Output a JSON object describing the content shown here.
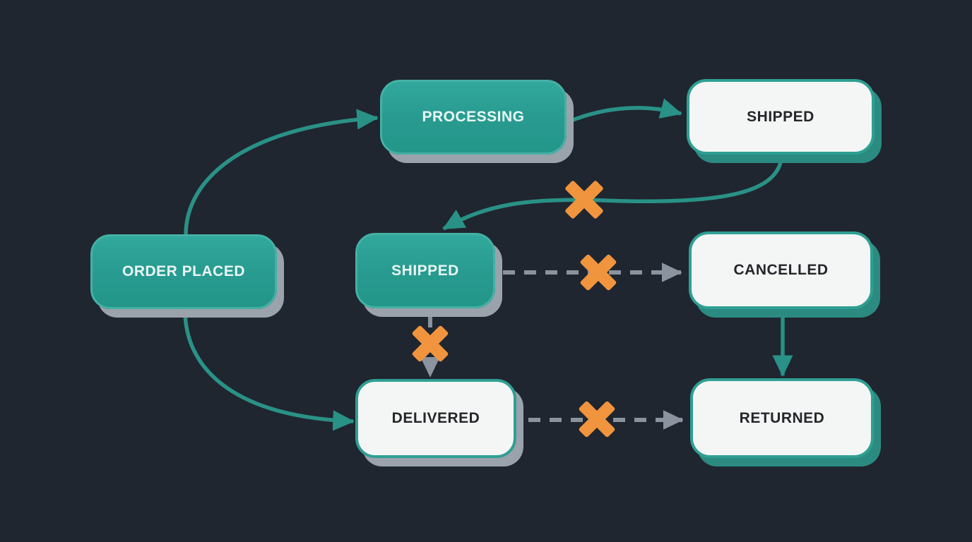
{
  "diagram": {
    "type": "flowchart",
    "subject": "order status state diagram",
    "background_color": "#20262f",
    "colors": {
      "teal_node_fill": "#28998e",
      "teal_node_border": "#45b0a4",
      "teal_arrow": "#2a9187",
      "white_node_fill": "#f4f6f5",
      "white_node_border": "#2f9f93",
      "gray_shadow": "#9aa2ac",
      "teal_shadow": "#2b8b80",
      "gray_dashed_arrow": "#8b939e",
      "blocked_x": "#f0953d",
      "light_text": "#e9f7f4",
      "dark_text": "#24262a"
    },
    "nodes": [
      {
        "id": "order-placed",
        "label": "ORDER PLACED",
        "variant": "teal"
      },
      {
        "id": "processing",
        "label": "PROCESSING",
        "variant": "teal"
      },
      {
        "id": "shipped-top",
        "label": "SHIPPED",
        "variant": "white"
      },
      {
        "id": "shipped-mid",
        "label": "SHIPPED",
        "variant": "teal"
      },
      {
        "id": "cancelled",
        "label": "CANCELLED",
        "variant": "white"
      },
      {
        "id": "delivered",
        "label": "DELIVERED",
        "variant": "white"
      },
      {
        "id": "returned",
        "label": "RETURNED",
        "variant": "white"
      }
    ],
    "edges": [
      {
        "from": "order-placed",
        "to": "processing",
        "style": "solid",
        "color": "teal",
        "blocked": false
      },
      {
        "from": "processing",
        "to": "shipped-top",
        "style": "solid",
        "color": "teal",
        "blocked": false
      },
      {
        "from": "shipped-top",
        "to": "shipped-mid",
        "style": "solid",
        "color": "teal",
        "blocked": true
      },
      {
        "from": "shipped-mid",
        "to": "cancelled",
        "style": "dashed",
        "color": "gray",
        "blocked": true
      },
      {
        "from": "shipped-mid",
        "to": "delivered",
        "style": "dashed",
        "color": "gray",
        "blocked": true
      },
      {
        "from": "order-placed",
        "to": "delivered",
        "style": "solid",
        "color": "teal",
        "blocked": false
      },
      {
        "from": "cancelled",
        "to": "returned",
        "style": "solid",
        "color": "teal",
        "blocked": false
      },
      {
        "from": "delivered",
        "to": "returned",
        "style": "dashed",
        "color": "gray",
        "blocked": true
      }
    ]
  }
}
